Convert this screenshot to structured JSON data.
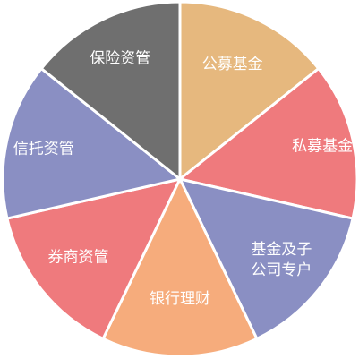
{
  "segments": [
    {
      "key": "public-fund",
      "lines": [
        "公募基金"
      ],
      "color": "#e6b87e"
    },
    {
      "key": "private-fund",
      "lines": [
        "私募基金"
      ],
      "color": "#ef7a7d"
    },
    {
      "key": "fund-subsidiary",
      "lines": [
        "基金及子",
        "公司专户"
      ],
      "color": "#8a8fc3"
    },
    {
      "key": "bank-wealth",
      "lines": [
        "银行理财"
      ],
      "color": "#f6ac7c"
    },
    {
      "key": "broker-am",
      "lines": [
        "券商资管"
      ],
      "color": "#ef7a7d"
    },
    {
      "key": "trust-am",
      "lines": [
        "信托资管"
      ],
      "color": "#8a8fc3"
    },
    {
      "key": "insurance-am",
      "lines": [
        "保险资管"
      ],
      "color": "#6f6f6f"
    }
  ]
}
